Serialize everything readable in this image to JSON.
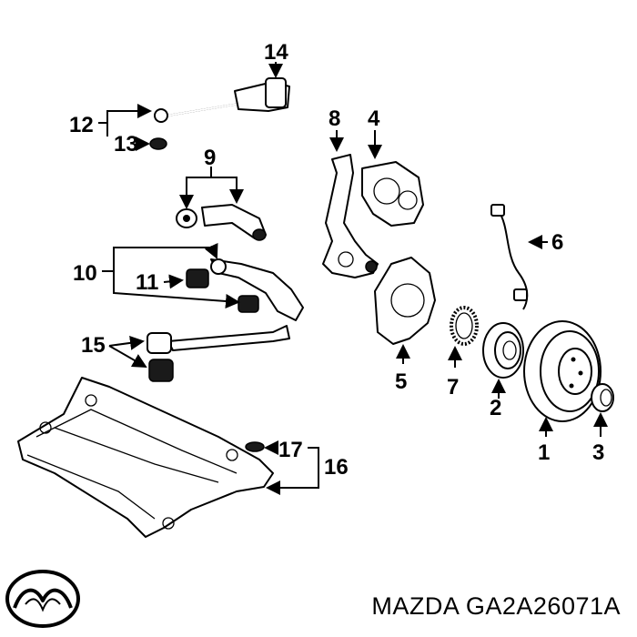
{
  "callouts": {
    "c1": "1",
    "c2": "2",
    "c3": "3",
    "c4": "4",
    "c5": "5",
    "c6": "6",
    "c7": "7",
    "c8": "8",
    "c9": "9",
    "c10": "10",
    "c11": "11",
    "c12": "12",
    "c13": "13",
    "c14": "14",
    "c15": "15",
    "c16": "16",
    "c17": "17"
  },
  "brand": {
    "logo": "mazda-logo-icon",
    "caption": "MAZDA GA2A26071A"
  }
}
